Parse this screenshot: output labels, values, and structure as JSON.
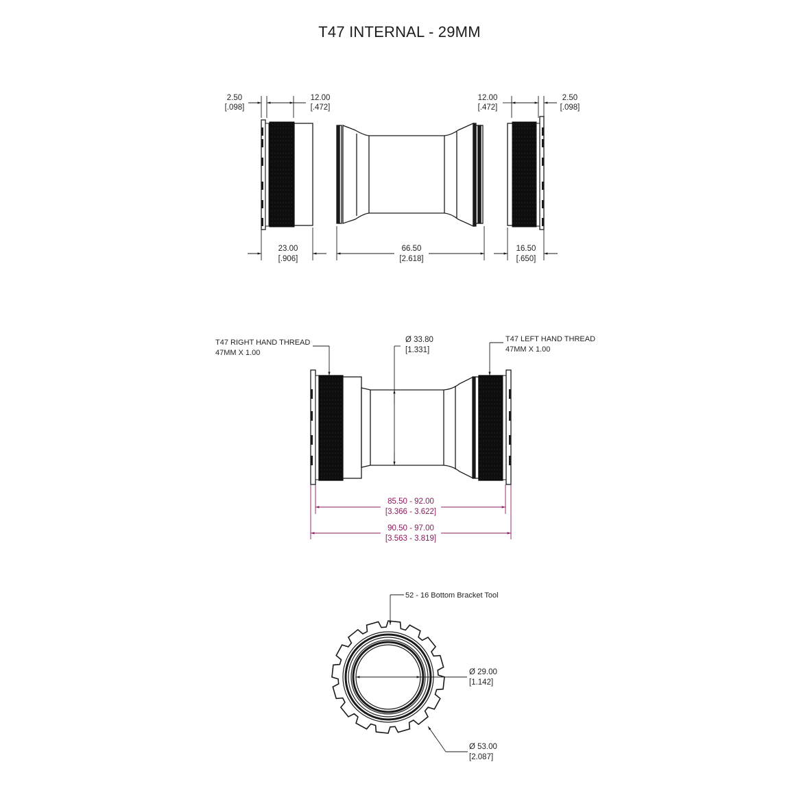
{
  "title": "T47 INTERNAL - 29MM",
  "colors": {
    "line": "#1a1a1a",
    "thread": "#0d0d0d",
    "overall_dimension": "#8a1a5c",
    "background": "#ffffff"
  },
  "exploded_view": {
    "top_dimensions": {
      "left_flange": {
        "mm": "2.50",
        "in": "[.098]"
      },
      "left_thread": {
        "mm": "12.00",
        "in": "[.472]"
      },
      "right_thread": {
        "mm": "12.00",
        "in": "[.472]"
      },
      "right_flange": {
        "mm": "2.50",
        "in": "[.098]"
      }
    },
    "bottom_dimensions": {
      "left_cup": {
        "mm": "23.00",
        "in": "[.906]"
      },
      "sleeve": {
        "mm": "66.50",
        "in": "[2.618]"
      },
      "right_cup": {
        "mm": "16.50",
        "in": "[.650]"
      }
    }
  },
  "assembled_view": {
    "right_thread_note": {
      "line1": "T47 RIGHT HAND THREAD",
      "line2": "47MM X 1.00"
    },
    "left_thread_note": {
      "line1": "T47 LEFT HAND THREAD",
      "line2": "47MM X 1.00"
    },
    "sleeve_diameter": {
      "mm": "Ø 33.80",
      "in": "[1.331]"
    },
    "shell_width_range": {
      "mm": "85.50 - 92.00",
      "in": "[3.366 - 3.622]"
    },
    "overall_width_range": {
      "mm": "90.50 - 97.00",
      "in": "[3.563 - 3.819]"
    }
  },
  "end_view": {
    "tool_note": "52 - 16 Bottom Bracket Tool",
    "bore_diameter": {
      "mm": "Ø 29.00",
      "in": "[1.142]"
    },
    "outer_diameter": {
      "mm": "Ø 53.00",
      "in": "[2.087]"
    }
  }
}
